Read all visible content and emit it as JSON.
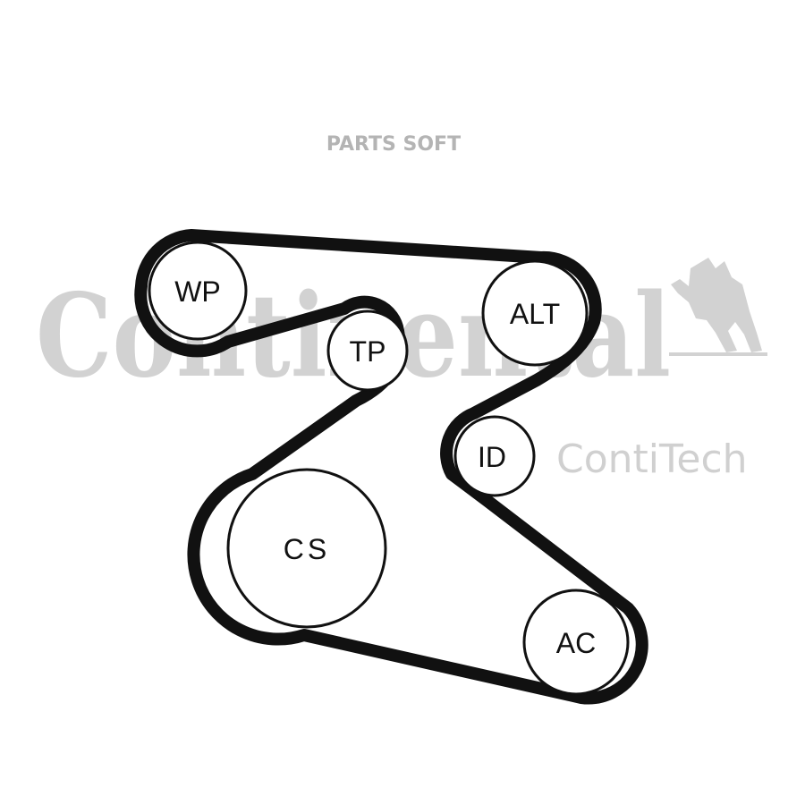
{
  "watermark": "PARTS SOFT",
  "brand": {
    "logo_text": "Continental",
    "sub_brand": "ContiTech"
  },
  "pulleys": [
    {
      "id": "wp",
      "label": "WP"
    },
    {
      "id": "tp",
      "label": "TP"
    },
    {
      "id": "alt",
      "label": "ALT"
    },
    {
      "id": "id",
      "label": "ID"
    },
    {
      "id": "cs",
      "label": "CS"
    },
    {
      "id": "ac",
      "label": "AC"
    }
  ],
  "colors": {
    "belt": "#111111",
    "watermark": "#b4b4b4",
    "logo": "#d2d2d2"
  }
}
